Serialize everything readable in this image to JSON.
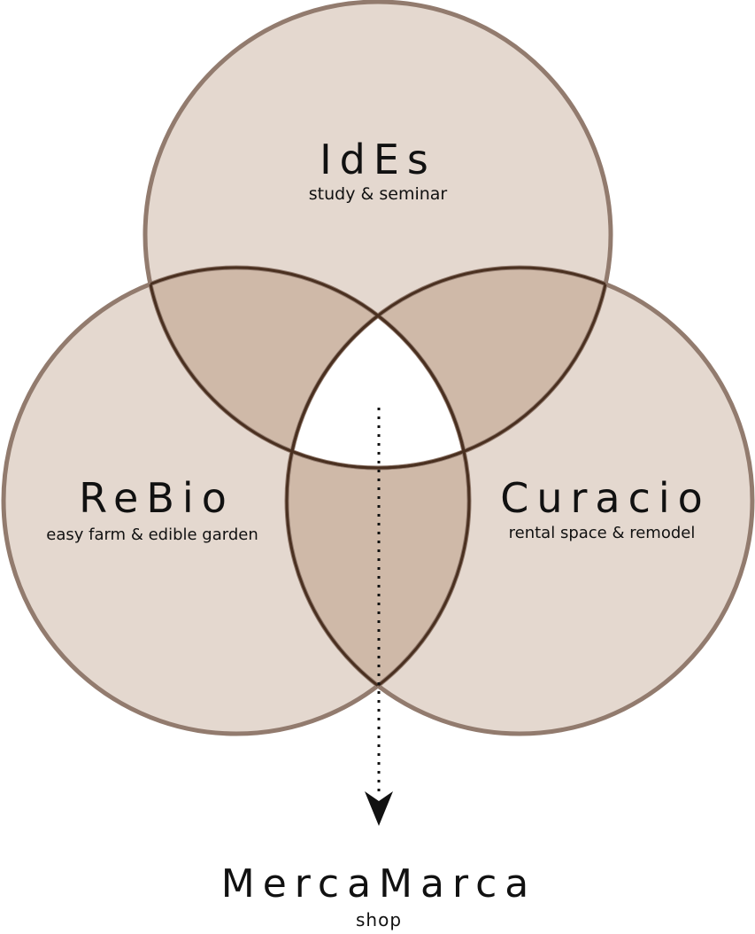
{
  "diagram": {
    "sets": [
      {
        "id": "ides",
        "title": "IdEs",
        "subtitle": "study & seminar"
      },
      {
        "id": "rebio",
        "title": "ReBio",
        "subtitle": "easy farm & edible garden"
      },
      {
        "id": "curacio",
        "title": "Curacio",
        "subtitle": "rental space & remodel"
      }
    ],
    "result": {
      "title": "MercaMarca",
      "subtitle": "shop"
    },
    "colors": {
      "circle_fill": "#e4d8cf",
      "circle_stroke": "#927b6e",
      "overlap_fill": "#cfb9a8",
      "overlap_stroke": "#4a3020",
      "center_fill": "#ffffff",
      "text": "#111111"
    }
  }
}
